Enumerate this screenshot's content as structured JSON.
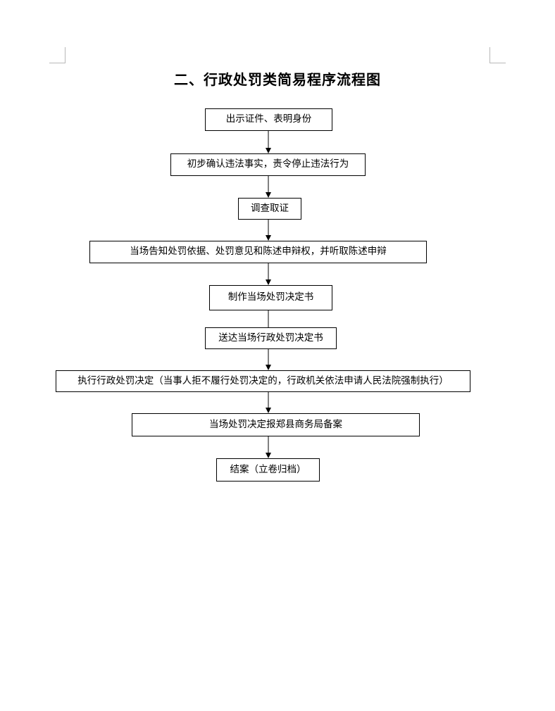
{
  "title": "二、行政处罚类简易程序流程图",
  "steps": [
    "出示证件、表明身份",
    "初步确认违法事实，责令停止违法行为",
    "调查取证",
    "当场告知处罚依据、处罚意见和陈述申辩权，并听取陈述申辩",
    "制作当场处罚决定书",
    "送达当场行政处罚决定书",
    "执行行政处罚决定（当事人拒不履行处罚决定的，行政机关依法申请人民法院强制执行）",
    "当场处罚决定报郑县商务局备案",
    "结案（立卷归档）"
  ]
}
